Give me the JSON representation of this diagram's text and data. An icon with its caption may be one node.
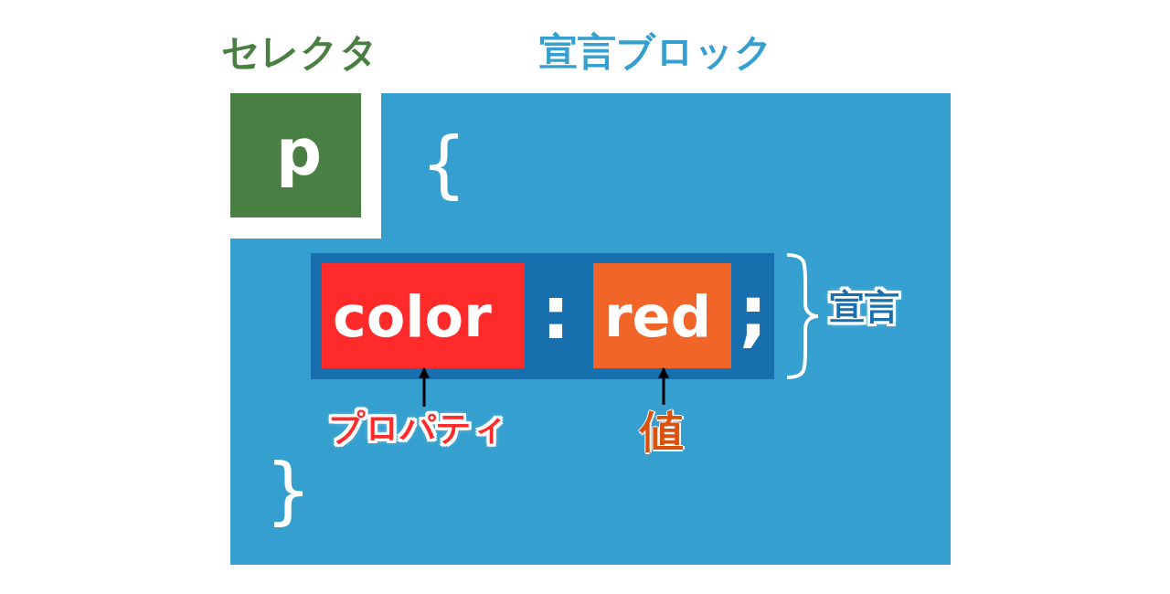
{
  "diagram": {
    "nodes": [
      {
        "text": [
          "セレクタ",
          "p"
        ]
      },
      {
        "text": [
          "宣言ブロック",
          "{",
          "}"
        ]
      },
      {
        "text": [
          ":",
          ";"
        ],
        "in": 1,
        "beside": [
          "宣言"
        ]
      },
      {
        "text": [
          "color"
        ],
        "in": 2
      },
      {
        "text": [
          "red"
        ],
        "in": 2
      },
      {
        "text": [
          "プロパティ"
        ],
        "in": 1
      },
      {
        "text": [
          "値"
        ],
        "in": 1
      }
    ],
    "edges": [
      {
        "from": 5,
        "to": 3,
        "arrow": "to"
      },
      {
        "from": 6,
        "to": 4,
        "arrow": "to"
      }
    ]
  }
}
